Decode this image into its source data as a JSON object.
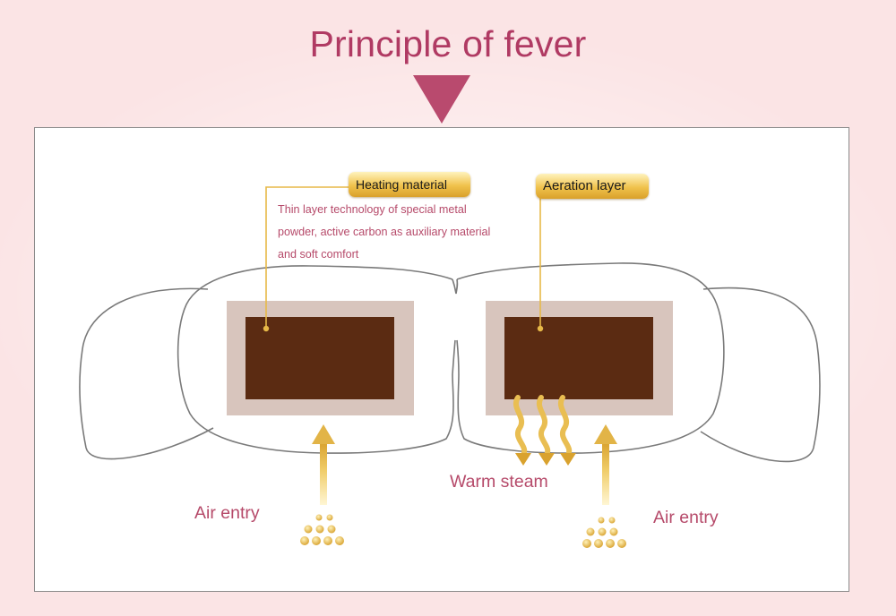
{
  "title": "Principle of fever",
  "callouts": {
    "heating_material": "Heating material",
    "aeration_layer": "Aeration layer"
  },
  "description_lines": [
    "Thin layer technology of special metal",
    "powder, active carbon as auxiliary material",
    "and soft comfort"
  ],
  "labels": {
    "air_entry_left": "Air entry",
    "warm_steam": "Warm steam",
    "air_entry_right": "Air entry"
  },
  "colors": {
    "title": "#b03a63",
    "label": "#b64a6a",
    "pad_frame": "#d8c5bd",
    "pad_core": "#5b2b12",
    "arrow": "#e9be52",
    "callout_line": "#e7b948"
  }
}
